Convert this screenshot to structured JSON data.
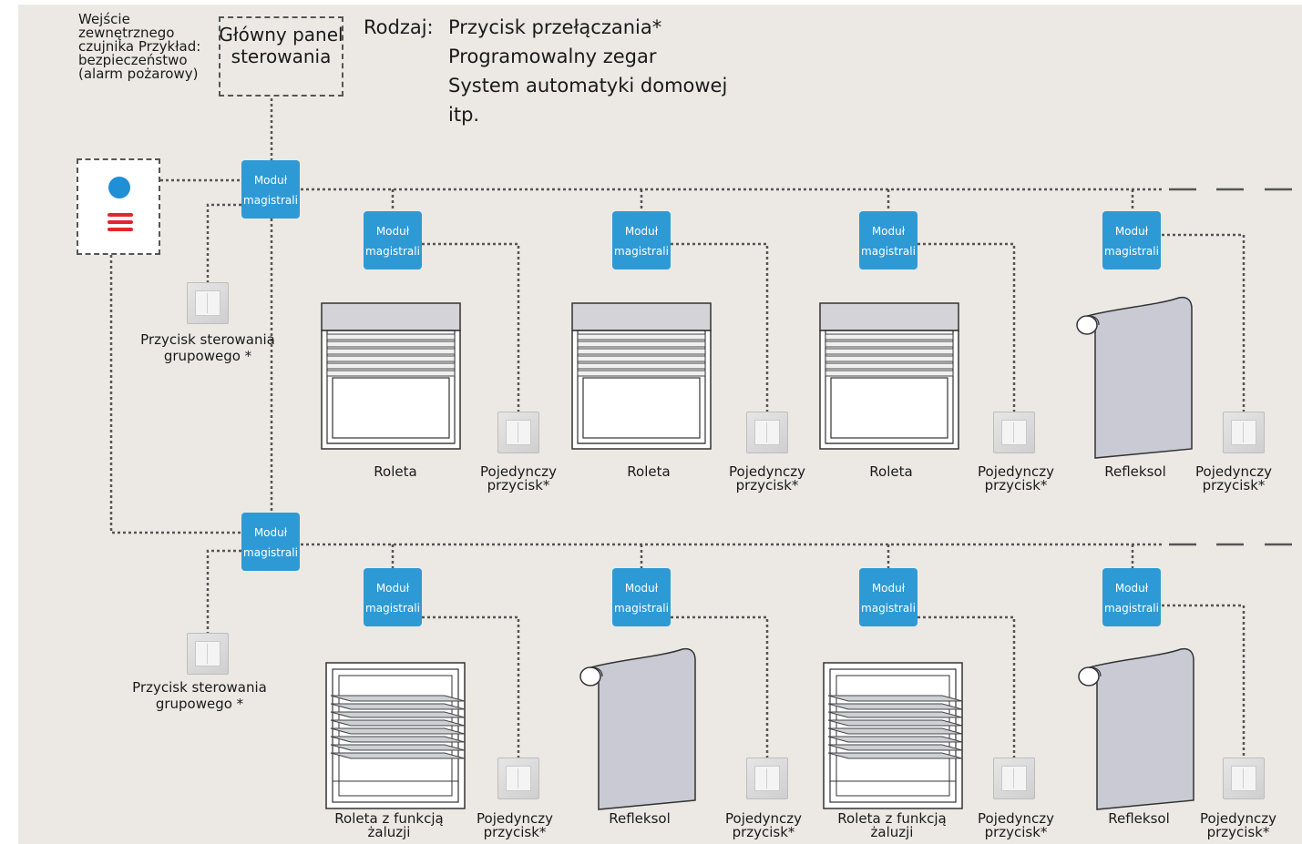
{
  "colors": {
    "bus_module": "#2e9ad5",
    "background": "#ece9e5",
    "alarm_dot": "#1f8fd6",
    "alarm_bars": "#e3262c",
    "wire": "#555555"
  },
  "main_panel": {
    "label": "Główny panel sterowania"
  },
  "type_list": {
    "prefix": "Rodzaj:",
    "items": [
      "Przycisk przełączania*",
      "Programowalny zegar",
      "System automatyki domowej",
      "itp."
    ]
  },
  "sensor_input": {
    "label": "Wejście zewnętrznego czujnika Przykład: bezpieczeństwo (alarm pożarowy)"
  },
  "bus_module_label": {
    "line1": "Moduł",
    "line2": "magistrali"
  },
  "group_switch": {
    "label": "Przycisk sterowania grupowego *"
  },
  "single_switch": {
    "label": "Pojedynczy przycisk*"
  },
  "row1": {
    "devices": [
      "Roleta",
      "Roleta",
      "Roleta",
      "Refleksol"
    ]
  },
  "row2": {
    "devices": [
      "Roleta z funkcją żaluzji",
      "Refleksol",
      "Roleta z funkcją żaluzji",
      "Refleksol"
    ]
  }
}
